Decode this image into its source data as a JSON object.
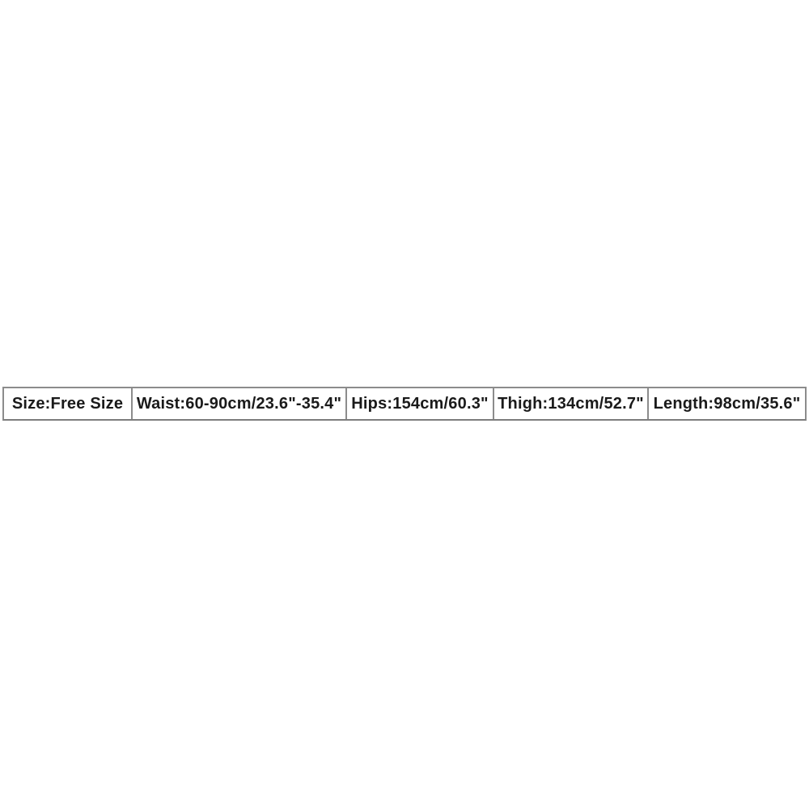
{
  "page": {
    "background_color": "#ffffff",
    "text_color": "#1a1a1a",
    "border_color": "#8c8c8c"
  },
  "size_chart": {
    "cells": [
      "Size:Free Size",
      "Waist:60-90cm/23.6\"-35.4\"",
      "Hips:154cm/60.3\"",
      "Thigh:134cm/52.7\"",
      "Length:98cm/35.6\""
    ]
  },
  "chart_data": {
    "type": "table",
    "title": "",
    "columns": [
      "Size",
      "Waist",
      "Hips",
      "Thigh",
      "Length"
    ],
    "rows": [
      [
        "Free Size",
        "60-90cm/23.6\"-35.4\"",
        "154cm/60.3\"",
        "134cm/52.7\"",
        "98cm/35.6\""
      ]
    ]
  }
}
